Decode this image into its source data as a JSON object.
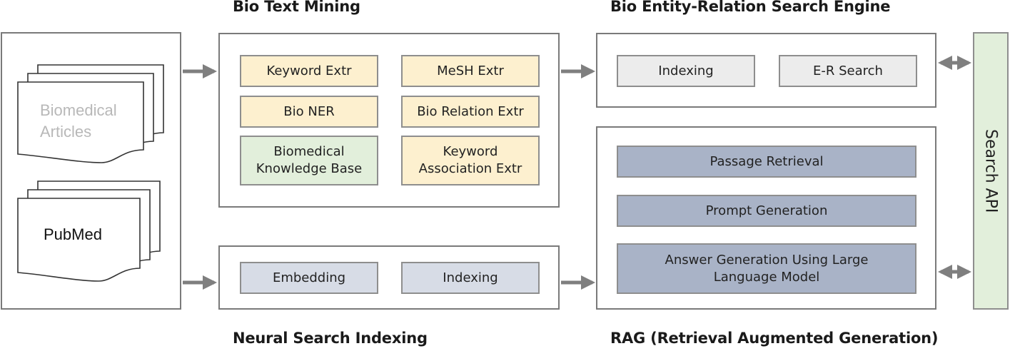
{
  "sources": {
    "biomedical_articles": "Biomedical Articles",
    "pubmed": "PubMed"
  },
  "sections": {
    "bio_text_mining": {
      "title": "Bio Text Mining",
      "items": [
        "Keyword Extr",
        "MeSH Extr",
        "Bio NER",
        "Bio Relation Extr",
        "Biomedical Knowledge Base",
        "Keyword Association Extr"
      ]
    },
    "neural_search_indexing": {
      "title": "Neural Search Indexing",
      "items": [
        "Embedding",
        "Indexing"
      ]
    },
    "bio_er_search_engine": {
      "title": "Bio Entity-Relation Search Engine",
      "items": [
        "Indexing",
        "E-R Search"
      ]
    },
    "rag": {
      "title": "RAG (Retrieval Augmented Generation)",
      "items": [
        "Passage Retrieval",
        "Prompt Generation",
        "Answer Generation Using Large Language Model"
      ]
    }
  },
  "search_api": {
    "label": "Search API"
  },
  "colors": {
    "border": "#7a7a7a",
    "arrow": "#7f7f7f",
    "text_mining_item": "#fdf0cf",
    "knowledge_base": "#e2efdb",
    "er_item": "#ececec",
    "indexing_item": "#d7dce6",
    "rag_item": "#a9b3c7",
    "search_api": "#e2efdb"
  }
}
